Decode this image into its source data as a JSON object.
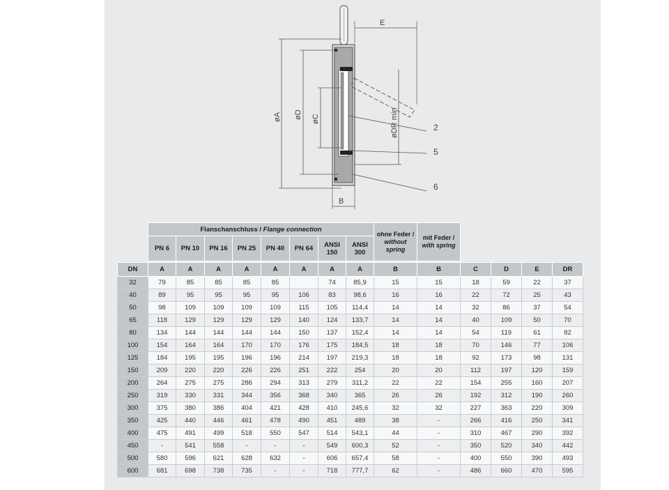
{
  "drawing": {
    "labels": {
      "e": "E",
      "a": "øA",
      "d": "øD",
      "c": "øC",
      "dr": "øDR min",
      "b": "B",
      "p2": "2",
      "p5": "5",
      "p6": "6"
    }
  },
  "table": {
    "flange_title_de": "Flanschanschluss / ",
    "flange_title_en": "Flange connection",
    "pn_headers": [
      "PN 6",
      "PN 10",
      "PN 16",
      "PN 25",
      "PN 40",
      "PN 64",
      "ANSI 150",
      "ANSI 300"
    ],
    "spring_headers": [
      {
        "de": "ohne Feder /",
        "en": "without spring"
      },
      {
        "de": "mit Feder /",
        "en": "with spring"
      }
    ],
    "columns": [
      "DN",
      "A",
      "A",
      "A",
      "A",
      "A",
      "A",
      "A",
      "A",
      "B",
      "B",
      "C",
      "D",
      "E",
      "DR"
    ],
    "rows": [
      [
        "32",
        "79",
        "85",
        "85",
        "85",
        "85",
        "",
        "74",
        "85,9",
        "15",
        "15",
        "18",
        "59",
        "22",
        "37"
      ],
      [
        "40",
        "89",
        "95",
        "95",
        "95",
        "95",
        "106",
        "83",
        "98,6",
        "16",
        "16",
        "22",
        "72",
        "25",
        "43"
      ],
      [
        "50",
        "98",
        "109",
        "109",
        "109",
        "109",
        "115",
        "105",
        "114,4",
        "14",
        "14",
        "32",
        "86",
        "37",
        "54"
      ],
      [
        "65",
        "118",
        "129",
        "129",
        "129",
        "129",
        "140",
        "124",
        "133,7",
        "14",
        "14",
        "40",
        "109",
        "50",
        "70"
      ],
      [
        "80",
        "134",
        "144",
        "144",
        "144",
        "144",
        "150",
        "137",
        "152,4",
        "14",
        "14",
        "54",
        "119",
        "61",
        "82"
      ],
      [
        "100",
        "154",
        "164",
        "164",
        "170",
        "170",
        "176",
        "175",
        "184,5",
        "18",
        "18",
        "70",
        "146",
        "77",
        "106"
      ],
      [
        "125",
        "184",
        "195",
        "195",
        "196",
        "196",
        "214",
        "197",
        "219,3",
        "18",
        "18",
        "92",
        "173",
        "98",
        "131"
      ],
      [
        "150",
        "209",
        "220",
        "220",
        "226",
        "226",
        "251",
        "222",
        "254",
        "20",
        "20",
        "112",
        "197",
        "120",
        "159"
      ],
      [
        "200",
        "264",
        "275",
        "275",
        "286",
        "294",
        "313",
        "279",
        "311,2",
        "22",
        "22",
        "154",
        "255",
        "160",
        "207"
      ],
      [
        "250",
        "319",
        "330",
        "331",
        "344",
        "356",
        "368",
        "340",
        "365",
        "26",
        "26",
        "192",
        "312",
        "190",
        "260"
      ],
      [
        "300",
        "375",
        "380",
        "386",
        "404",
        "421",
        "428",
        "410",
        "245,6",
        "32",
        "32",
        "227",
        "363",
        "220",
        "309"
      ],
      [
        "350",
        "425",
        "440",
        "446",
        "461",
        "478",
        "490",
        "451",
        "489",
        "38",
        "-",
        "266",
        "416",
        "250",
        "341"
      ],
      [
        "400",
        "475",
        "491",
        "499",
        "518",
        "550",
        "547",
        "514",
        "543,1",
        "44",
        "-",
        "310",
        "467",
        "290",
        "392"
      ],
      [
        "450",
        "-",
        "541",
        "558",
        "-",
        "-",
        "-",
        "549",
        "600,3",
        "52",
        "-",
        "350",
        "520",
        "340",
        "442"
      ],
      [
        "500",
        "580",
        "596",
        "621",
        "628",
        "632",
        "-",
        "606",
        "657,4",
        "58",
        "-",
        "400",
        "550",
        "390",
        "493"
      ],
      [
        "600",
        "681",
        "698",
        "738",
        "735",
        "-",
        "-",
        "718",
        "777,7",
        "62",
        "-",
        "486",
        "660",
        "470",
        "595"
      ]
    ]
  }
}
